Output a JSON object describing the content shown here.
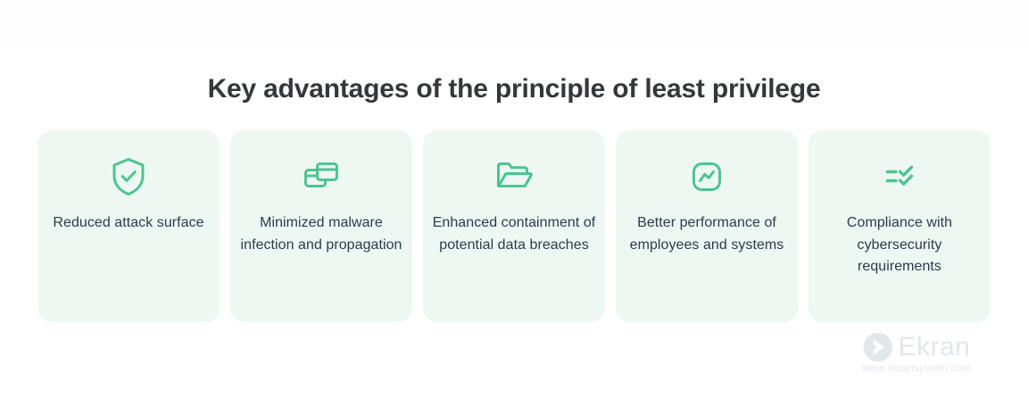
{
  "page": {
    "background_color": "#ffffff",
    "title": "Key advantages of the principle of least privilege",
    "title_color": "#34383c"
  },
  "theme": {
    "card_background": "#edf8f3",
    "icon_color": "#4ec490",
    "card_text_color": "#2c3a4b",
    "watermark_color": "#e2e7ec"
  },
  "cards": [
    {
      "icon": "shield-check-icon",
      "label": "Reduced attack surface"
    },
    {
      "icon": "overlapping-windows-icon",
      "label": "Minimized malware infection and propagation"
    },
    {
      "icon": "open-folder-icon",
      "label": "Enhanced containment of potential data breaches"
    },
    {
      "icon": "activity-trend-icon",
      "label": "Better performance of employees and systems"
    },
    {
      "icon": "checklist-icon",
      "label": "Compliance with cybersecurity requirements"
    }
  ],
  "watermark": {
    "logo_icon": "ekran-chevron-logo",
    "brand": "Ekran",
    "url": "www.ekransystem.com"
  }
}
